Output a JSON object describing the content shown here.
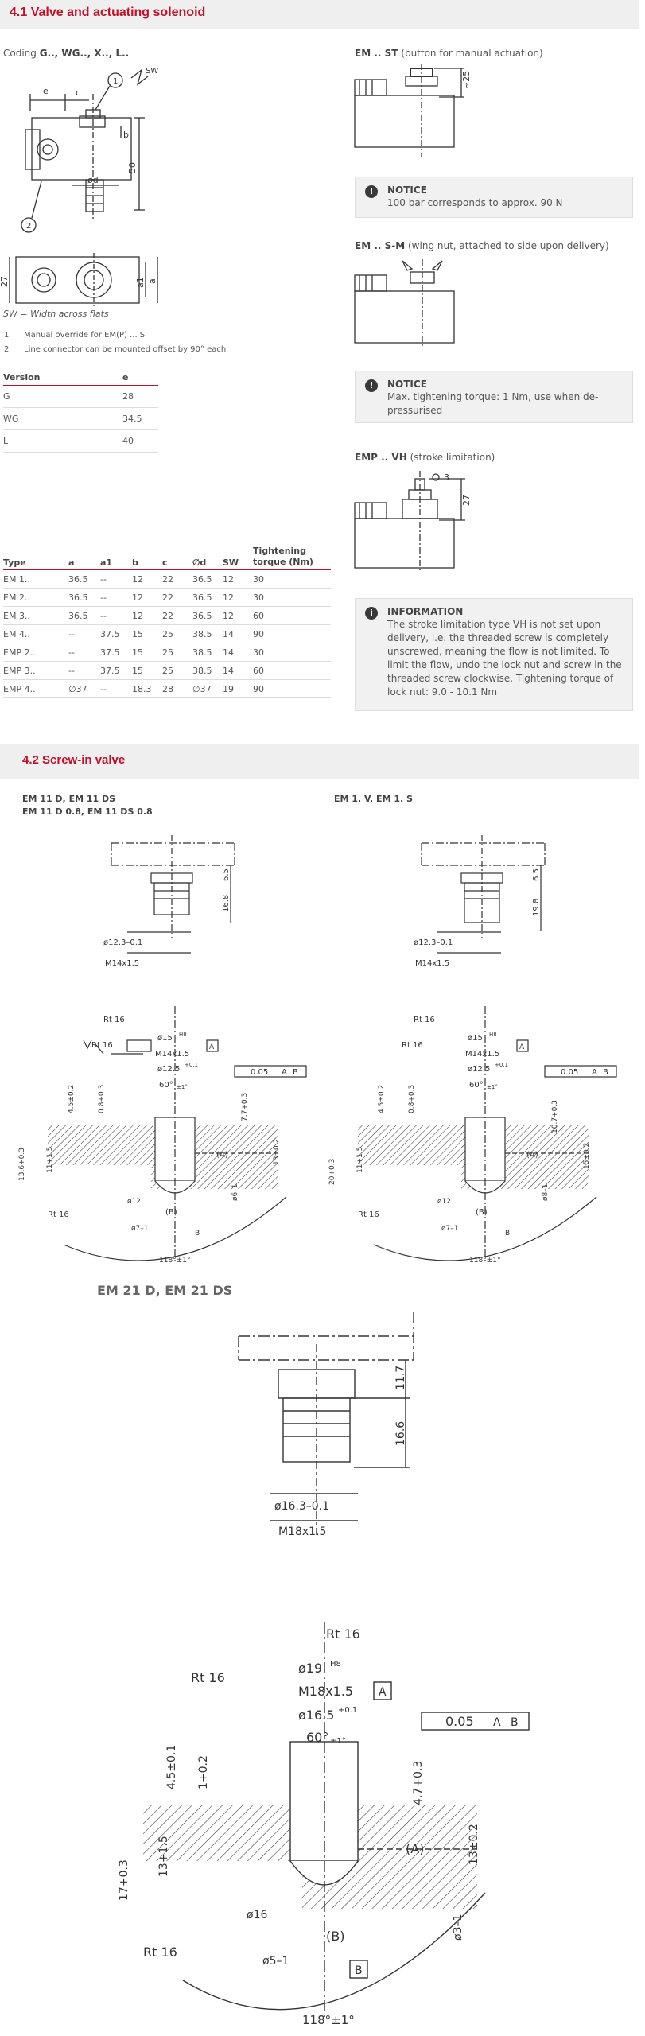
{
  "s41": {
    "heading": "4.1 Valve and actuating solenoid",
    "coding_prefix": "Coding ",
    "coding_bold": "G.., WG.., X.., L..",
    "dims": {
      "e": "e",
      "c": "c",
      "one": "1",
      "sw": "SW",
      "b": "b",
      "d": "ød",
      "fifty": "50",
      "two": "2",
      "twentyseven": "27",
      "a1": "a1",
      "a": "a"
    },
    "sw_note": "SW = Width across flats",
    "notes": [
      {
        "num": "1",
        "text": "Manual override for EM(P) ... S"
      },
      {
        "num": "2",
        "text": "Line connector can be mounted offset by 90° each"
      }
    ],
    "version_table": {
      "headers": [
        "Version",
        "e"
      ],
      "rows": [
        [
          "G",
          "28"
        ],
        [
          "WG",
          "34.5"
        ],
        [
          "L",
          "40"
        ]
      ]
    },
    "type_table": {
      "headers": [
        "Type",
        "a",
        "a1",
        "b",
        "c",
        "∅d",
        "SW",
        "Tightening torque (Nm)"
      ],
      "header_torque_line1": "Tightening",
      "header_torque_line2": "torque (Nm)",
      "rows": [
        [
          "EM 1..",
          "36.5",
          "--",
          "12",
          "22",
          "36.5",
          "12",
          "30"
        ],
        [
          "EM 2..",
          "36.5",
          "--",
          "12",
          "22",
          "36.5",
          "12",
          "30"
        ],
        [
          "EM 3..",
          "36.5",
          "--",
          "12",
          "22",
          "36.5",
          "12",
          "60"
        ],
        [
          "EM 4..",
          "--",
          "37.5",
          "15",
          "25",
          "38.5",
          "14",
          "90"
        ],
        [
          "EMP 2..",
          "--",
          "37.5",
          "15",
          "25",
          "38.5",
          "14",
          "30"
        ],
        [
          "EMP 3..",
          "--",
          "37.5",
          "15",
          "25",
          "38.5",
          "14",
          "60"
        ],
        [
          "EMP 4..",
          "∅37",
          "--",
          "18.3",
          "28",
          "∅37",
          "19",
          "90"
        ]
      ]
    },
    "st": {
      "bold": "EM .. ST",
      "rest": " (button for manual actuation)",
      "dim": "~25"
    },
    "notice1": {
      "title": "NOTICE",
      "text": "100 bar corresponds to approx. 90 N"
    },
    "sm": {
      "bold": "EM .. S-M",
      "rest": " (wing nut, attached to side upon delivery)"
    },
    "notice2": {
      "title": "NOTICE",
      "text": "Max. tightening torque: 1 Nm, use when de-pressurised"
    },
    "vh": {
      "bold": "EMP .. VH",
      "rest": " (stroke limitation)",
      "dim3": "3",
      "dim27": "27"
    },
    "info": {
      "title": "INFORMATION",
      "text": "The stroke limitation type VH is not set upon delivery, i.e. the threaded screw is completely unscrewed, meaning the flow is not limited. To limit the flow, undo the lock nut and screw in the threaded screw clockwise. Tightening torque of lock nut: 9.0 - 10.1 Nm"
    }
  },
  "s42": {
    "heading": "4.2 Screw-in valve",
    "left_title1": "EM 11 D, EM 11 DS",
    "left_title2": "EM 11 D 0.8, EM 11 DS 0.8",
    "right_title": "EM 1. V, EM 1. S",
    "em21_title": "EM 21 D, EM 21 DS",
    "left_dims": {
      "h1": "6.5",
      "h2": "16.8",
      "dia": "ø12.3–0.1",
      "thread": "M14x1.5"
    },
    "right_dims": {
      "h1": "6.5",
      "h2": "19.8",
      "dia": "ø12.3–0.1",
      "thread": "M14x1.5"
    },
    "left_bore": {
      "rt_top": "Rt 16",
      "rt_left": "Rt 16",
      "rt_bot": "Rt 16",
      "d15": "ø15",
      "h8": "H8",
      "thread": "M14x1.5",
      "d125": "ø12.5",
      "p01": "+0.1",
      "ang60": "60°",
      "pm1": "±1°",
      "tol": "0.05",
      "A": "A",
      "B": "B",
      "d45": "4.5±0.2",
      "d08": "0.8+0.3",
      "d77": "7.7+0.3",
      "d13": "13±0.2",
      "d136": "13.6+0.3",
      "d11": "11+1.5",
      "d12": "ø12",
      "d6": "ø6–1",
      "d7": "ø7–1",
      "pa": "(A)",
      "pb": "(B)",
      "ang118": "118°±1°"
    },
    "right_bore": {
      "rt_top": "Rt 16",
      "rt_left": "Rt 16",
      "rt_bot": "Rt 16",
      "d15": "ø15",
      "h8": "H8",
      "thread": "M14x1.5",
      "d125": "ø12.5",
      "p01": "+0.1",
      "ang60": "60°",
      "pm1": "±1°",
      "tol": "0.05",
      "A": "A",
      "B": "B",
      "d45": "4.5±0.2",
      "d08": "0.8+0.3",
      "d107": "10.7+0.3",
      "d15b": "15±0.2",
      "d20": "20+0.3",
      "d11": "11+1.5",
      "d12": "ø12",
      "d8": "ø8–1",
      "d7": "ø7–1",
      "pa": "(A)",
      "pb": "(B)",
      "ang118": "118°±1°"
    },
    "em21_dims": {
      "h1": "11.7",
      "h2": "16.6",
      "dia": "ø16.3–0.1",
      "thread": "M18x1.5"
    },
    "em21_bore": {
      "rt_top": "Rt 16",
      "rt_left": "Rt 16",
      "rt_bot": "Rt 16",
      "d19": "ø19",
      "h8": "H8",
      "thread": "M18x1.5",
      "d165": "ø16.5",
      "p01": "+0.1",
      "ang60": "60°",
      "pm1": "±1°",
      "tol": "0.05",
      "A": "A",
      "B": "B",
      "d45": "4.5±0.1",
      "d1": "1+0.2",
      "d47": "4.7+0.3",
      "d13b": "13±0.2",
      "d17": "17+0.3",
      "d13": "13+1.5",
      "d16": "ø16",
      "d3": "ø3–1",
      "d5": "ø5–1",
      "pa": "(A)",
      "pb": "(B)",
      "ang118": "118°±1°"
    }
  }
}
